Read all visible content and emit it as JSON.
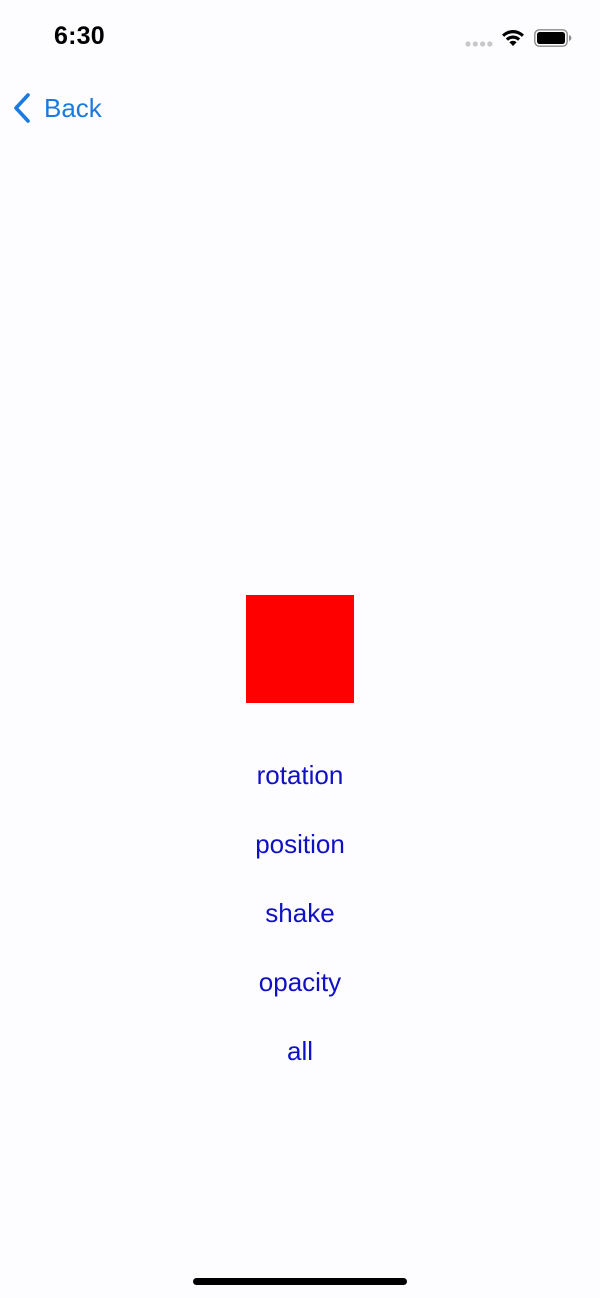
{
  "status_bar": {
    "time": "6:30",
    "icons": [
      "signal-dots-icon",
      "wifi-icon",
      "battery-icon"
    ]
  },
  "nav": {
    "back_label": "Back",
    "back_icon": "chevron-left-icon",
    "accent_color": "#1a7ae0"
  },
  "box": {
    "color": "#ff0000"
  },
  "actions": {
    "color": "#1010c4",
    "items": [
      {
        "label": "rotation"
      },
      {
        "label": "position"
      },
      {
        "label": "shake"
      },
      {
        "label": "opacity"
      },
      {
        "label": "all"
      }
    ]
  }
}
